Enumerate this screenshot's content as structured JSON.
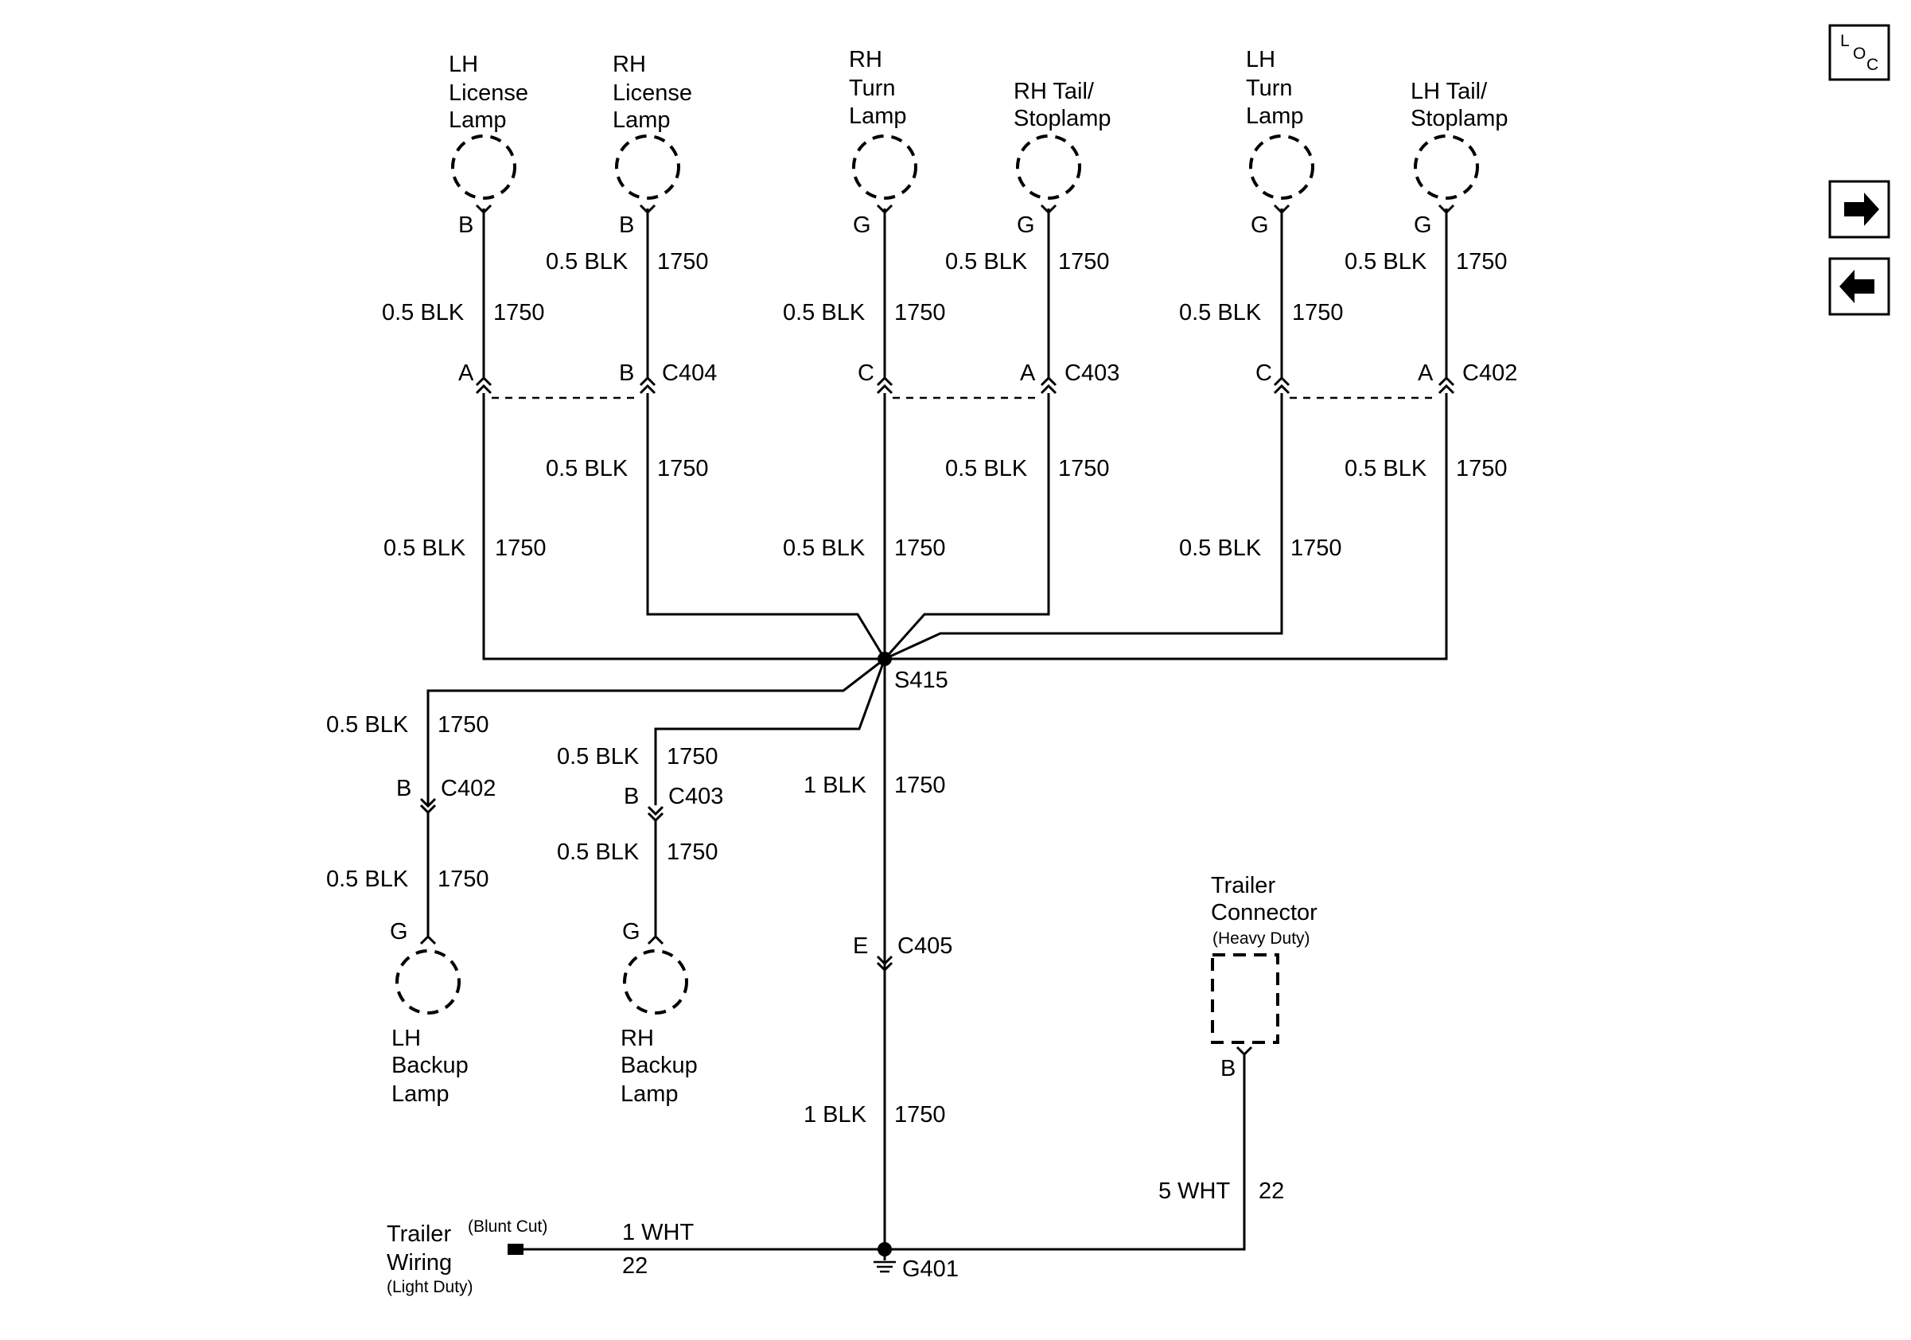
{
  "nav": {
    "loc_label_l": "L",
    "loc_label_o": "O",
    "loc_label_c": "C",
    "loc_icon": "location-icon",
    "next_icon": "arrow-right-icon",
    "prev_icon": "arrow-left-icon"
  },
  "lamps": {
    "lh_license": [
      "LH",
      "License",
      "Lamp"
    ],
    "rh_license": [
      "RH",
      "License",
      "Lamp"
    ],
    "rh_turn": [
      "RH",
      "Turn",
      "Lamp"
    ],
    "rh_tail": [
      "RH Tail/",
      "Stoplamp"
    ],
    "lh_turn": [
      "LH",
      "Turn",
      "Lamp"
    ],
    "lh_tail": [
      "LH Tail/",
      "Stoplamp"
    ],
    "lh_backup": [
      "LH",
      "Backup",
      "Lamp"
    ],
    "rh_backup": [
      "RH",
      "Backup",
      "Lamp"
    ]
  },
  "trailer_connector": {
    "line1": "Trailer",
    "line2": "Connector",
    "note": "(Heavy Duty)",
    "pin": "B"
  },
  "trailer_wiring": {
    "line1": "Trailer",
    "line2": "Wiring",
    "note_cut": "(Blunt Cut)",
    "note_duty": "(Light Duty)"
  },
  "pins": {
    "lh_license_top": "B",
    "rh_license_top": "B",
    "rh_turn_top": "G",
    "rh_tail_top": "G",
    "lh_turn_top": "G",
    "lh_tail_top": "G",
    "c404_a": "A",
    "c404_b": "B",
    "c403_c": "C",
    "c403_a": "A",
    "c402_c": "C",
    "c402_a": "A",
    "lh_backup_c402": "B",
    "rh_backup_c403": "B",
    "lh_backup_lamp": "G",
    "rh_backup_lamp": "G",
    "c405_e": "E"
  },
  "connectors": {
    "c404": "C404",
    "c403": "C403",
    "c402": "C402",
    "c402_low": "C402",
    "c403_low": "C403",
    "c405": "C405",
    "s415": "S415",
    "g401": "G401"
  },
  "wires": {
    "blk05": "0.5 BLK",
    "blk1": "1 BLK",
    "wht1": "1 WHT",
    "wht5": "5 WHT",
    "c1750": "1750",
    "c22": "22"
  }
}
